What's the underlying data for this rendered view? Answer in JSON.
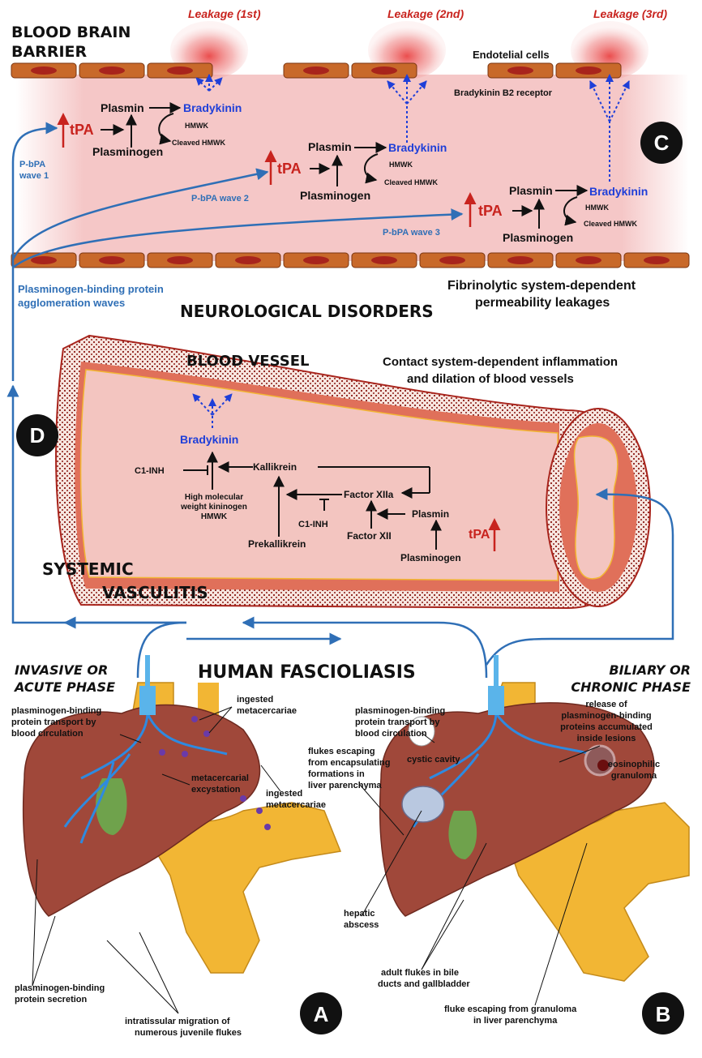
{
  "bbb": {
    "title_line1": "BLOOD BRAIN",
    "title_line2": "BARRIER",
    "leakages": [
      "Leakage (1st)",
      "Leakage (2nd)",
      "Leakage (3rd)"
    ],
    "endothelial": "Endotelial cells",
    "receptor": "Bradykinin B2 receptor",
    "cascade": {
      "tpa": "tPA",
      "plasmin": "Plasmin",
      "plasminogen": "Plasminogen",
      "bradykinin": "Bradykinin",
      "hmwk": "HMWK",
      "cleaved": "Cleaved HMWK"
    },
    "waves": [
      "P-bPA\nwave 1",
      "P-bPA wave 2",
      "P-bPA wave 3"
    ],
    "wave1_line1": "P-bPA",
    "wave1_line2": "wave 1",
    "agglomeration_line1": "Plasminogen-binding protein",
    "agglomeration_line2": "agglomeration waves",
    "fibrinolytic_line1": "Fibrinolytic system-dependent",
    "fibrinolytic_line2": "permeability leakages",
    "neuro": "NEUROLOGICAL DISORDERS",
    "badge": "C"
  },
  "vessel": {
    "title": "BLOOD VESSEL",
    "contact_line1": "Contact system-dependent inflammation",
    "contact_line2": "and dilation of blood vessels",
    "bradykinin": "Bradykinin",
    "c1inh": "C1-INH",
    "kallikrein": "Kallikrein",
    "hmwk_line1": "High molecular",
    "hmwk_line2": "weight kininogen",
    "hmwk_line3": "HMWK",
    "factor_xiia": "Factor XIIa",
    "factor_xii": "Factor XII",
    "plasmin": "Plasmin",
    "prekallikrein": "Prekallikrein",
    "plasminogen": "Plasminogen",
    "tpa": "tPA",
    "systemic_line1": "SYSTEMIC",
    "systemic_line2": "VASCULITIS",
    "badge": "D"
  },
  "liver": {
    "title": "HUMAN FASCIOLIASIS",
    "acute_line1": "INVASIVE OR",
    "acute_line2": "ACUTE PHASE",
    "chronic_line1": "BILIARY OR",
    "chronic_line2": "CHRONIC PHASE",
    "transport_line1": "plasminogen-binding",
    "transport_line2": "protein transport by",
    "transport_line3": "blood circulation",
    "ingested_line1": "ingested",
    "ingested_line2": "metacercariae",
    "metacercarial_line1": "metacercarial",
    "metacercarial_line2": "excystation",
    "secretion_line1": "plasminogen-binding",
    "secretion_line2": "protein secretion",
    "migration_line1": "intratissular migration of",
    "migration_line2": "numerous juvenile flukes",
    "release_line1": "release of",
    "release_line2": "plasminogen-binding",
    "release_line3": "proteins accumulated",
    "release_line4": "inside lesions",
    "cystic": "cystic cavity",
    "eosino_line1": "eosinophilic",
    "eosino_line2": "granuloma",
    "escaping_line1": "flukes escaping",
    "escaping_line2": "from encapsulating",
    "escaping_line3": "formations in",
    "escaping_line4": "liver parenchyma",
    "abscess_line1": "hepatic",
    "abscess_line2": "abscess",
    "adult_line1": "adult flukes in bile",
    "adult_line2": "ducts and gallbladder",
    "granuloma_line1": "fluke escaping from granuloma",
    "granuloma_line2": "in liver parenchyma",
    "badge_a": "A",
    "badge_b": "B"
  },
  "colors": {
    "bbb_fill": "#f5c4c4",
    "endothelial": "#c8692a",
    "nucleus": "#a8241c",
    "flow_blue": "#2f6fb6",
    "tpa_red": "#c8231e",
    "bradykinin_blue": "#1f3fd8",
    "liver": "#a0483a",
    "intestine": "#f2b634",
    "gallbladder": "#6fa24c",
    "vessel_wall": "#e0705a"
  }
}
